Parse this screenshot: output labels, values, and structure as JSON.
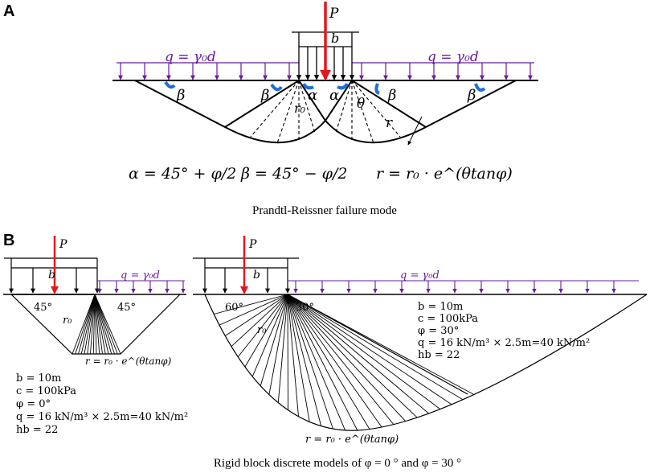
{
  "panel_a": {
    "letter": "A",
    "load_label": "P",
    "width_label": "b",
    "surcharge_label": "q = γ₀d",
    "beta_label": "β",
    "alpha_label": "α",
    "r0_label": "r₀",
    "theta_label": "θ",
    "r_label": "r",
    "alpha_formula": "α = 45° + φ/2",
    "beta_formula": "β = 45° − φ/2",
    "spiral_formula": "r = r₀ · e^(θtanφ)",
    "caption": "Prandtl-Reissner failure mode"
  },
  "panel_b": {
    "letter": "B",
    "left": {
      "load_label": "P",
      "width_label": "b",
      "surcharge_label": "q = γ₀d",
      "angle_left": "45°",
      "angle_right": "45°",
      "r0_label": "r₀",
      "spiral_formula": "r = r₀ · e^(θtanφ)",
      "params": [
        "b = 10m",
        "c = 100kPa",
        "φ = 0°",
        "q = 16 kN/m³ × 2.5m=40 kN/m²",
        "hb = 22"
      ]
    },
    "right": {
      "load_label": "P",
      "width_label": "b",
      "surcharge_label": "q = γ₀d",
      "angle_left": "60°",
      "angle_right": "30°",
      "r0_label": "r₀",
      "spiral_formula": "r = r₀ · e^(θtanφ)",
      "params": [
        "b = 10m",
        "c = 100kPa",
        "φ = 30°",
        "q = 16 kN/m³ × 2.5m=40 kN/m²",
        "hb = 22"
      ]
    },
    "caption": "Rigid block discrete models of φ = 0 °  and φ = 30 °"
  },
  "colors": {
    "load": "#e0191e",
    "surcharge": "#6a1b9a",
    "angle_marker": "#1f6fd6",
    "line": "#000000"
  }
}
